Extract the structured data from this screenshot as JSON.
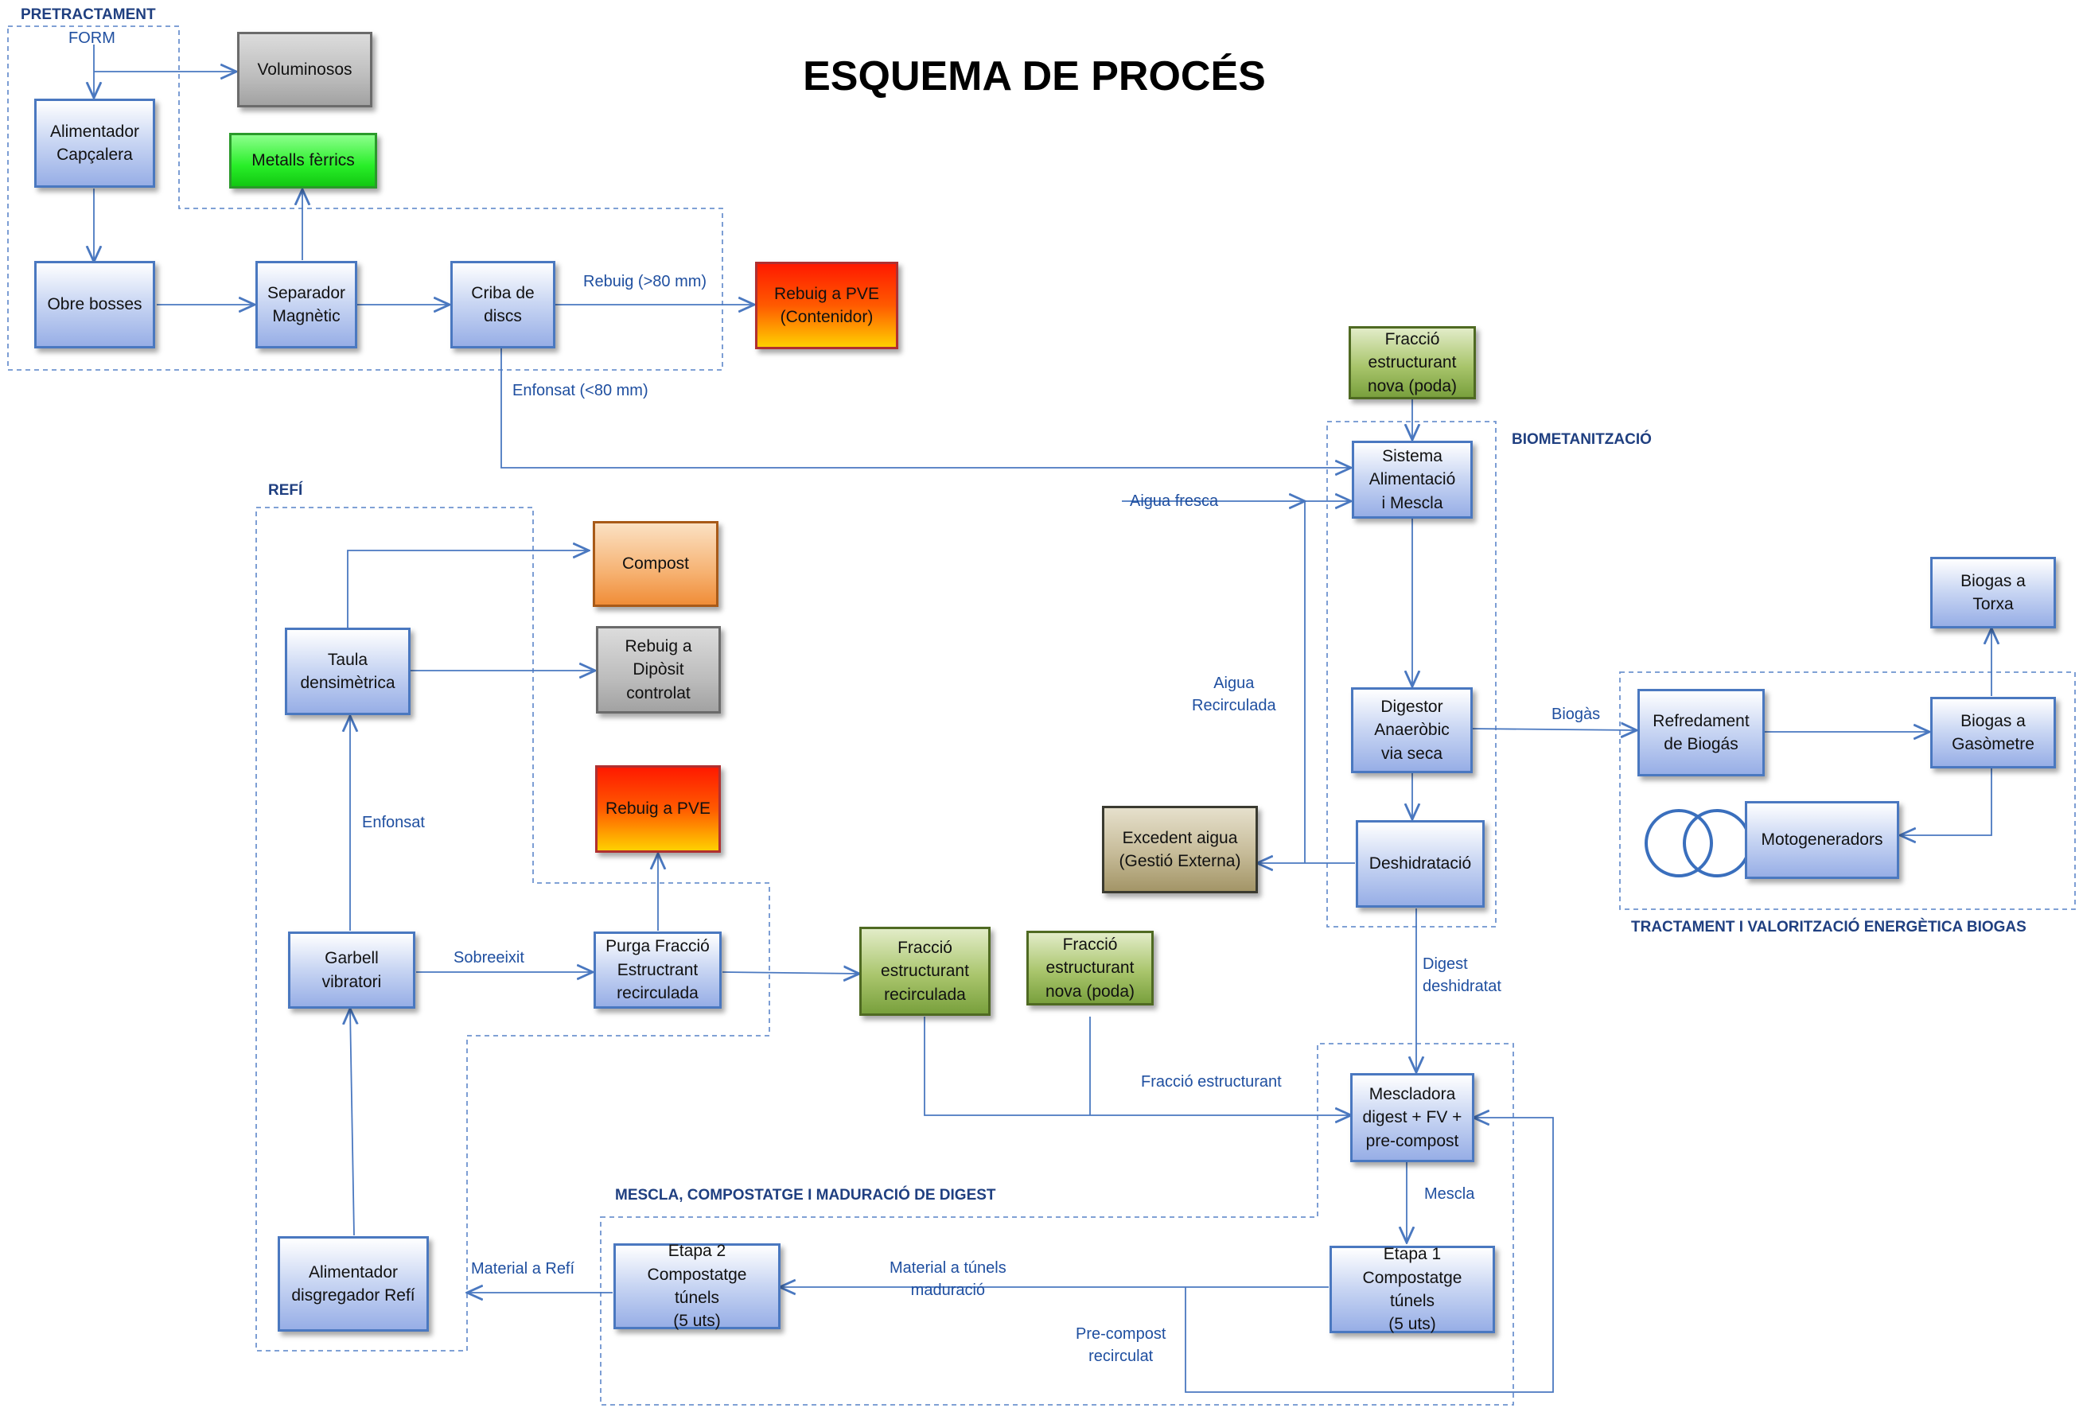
{
  "title": "ESQUEMA DE PROCÉS",
  "sections": {
    "pretractament": "PRETRACTAMENT",
    "refi": "REFÍ",
    "biometanitzacio": "BIOMETANITZACIÓ",
    "biogas": "TRACTAMENT I VALORITZACIÓ ENERGÈTICA BIOGAS",
    "mescla": "MESCLA, COMPOSTATGE I MADURACIÓ DE DIGEST"
  },
  "nodes": {
    "voluminosos": "Voluminosos",
    "alimentador_capcalera": "Alimentador\nCapçalera",
    "metalls": "Metalls fèrrics",
    "obre_bosses": "Obre bosses",
    "separador": "Separador\nMagnètic",
    "criba": "Criba de\ndiscs",
    "rebuig_pve_contenidor": "Rebuig a PVE\n(Contenidor)",
    "fraccio_nova_top": "Fracció\nestructurant\nnova (poda)",
    "sistema_alimentacio": "Sistema\nAlimentació\ni Mescla",
    "compost": "Compost",
    "taula": "Taula\ndensimètrica",
    "rebuig_diposit": "Rebuig a\nDipòsit\ncontrolat",
    "rebuig_pve": "Rebuig a PVE",
    "garbell": "Garbell\nvibratori",
    "purga": "Purga Fracció\nEstructrant\nrecirculada",
    "fraccio_recirculada": "Fracció\nestructurant\nrecirculada",
    "fraccio_nova_mid": "Fracció\nestructurant\nnova (poda)",
    "digestor": "Digestor\nAnaeròbic\nvia seca",
    "excedent": "Excedent aigua\n(Gestió Externa)",
    "deshidratacio": "Deshidratació",
    "refredament": "Refredament\nde Biogás",
    "biogas_gasometre": "Biogas a\nGasòmetre",
    "biogas_torxa": "Biogas a\nTorxa",
    "motogeneradors": "Motogeneradors",
    "mescladora": "Mescladora\ndigest + FV +\npre-compost",
    "alimentador_refi": "Alimentador\ndisgregador Refí",
    "etapa2": "Etapa 2\nCompostatge\ntúnels\n(5 uts)",
    "etapa1": "Etapa 1\nCompostatge\ntúnels\n(5 uts)"
  },
  "labels": {
    "form": "FORM",
    "rebuig_80": "Rebuig (>80 mm)",
    "enfonsat_80": "Enfonsat (<80 mm)",
    "aigua_fresca": "Aigua fresca",
    "aigua_recirculada": "Aigua\nRecirculada",
    "biogas": "Biogàs",
    "enfonsat": "Enfonsat",
    "sobreeixit": "Sobreeixit",
    "digest_deshidratat": "Digest\ndeshidratat",
    "fraccio_estructurant": "Fracció estructurant",
    "mescla": "Mescla",
    "material_refi": "Material a Refí",
    "material_tunels": "Material a túnels\nmaduració",
    "precompost": "Pre-compost\nrecirculat"
  },
  "colors": {
    "line": "#4a78c0",
    "dashed": "#5b86c8",
    "label": "#1f4fa0"
  }
}
